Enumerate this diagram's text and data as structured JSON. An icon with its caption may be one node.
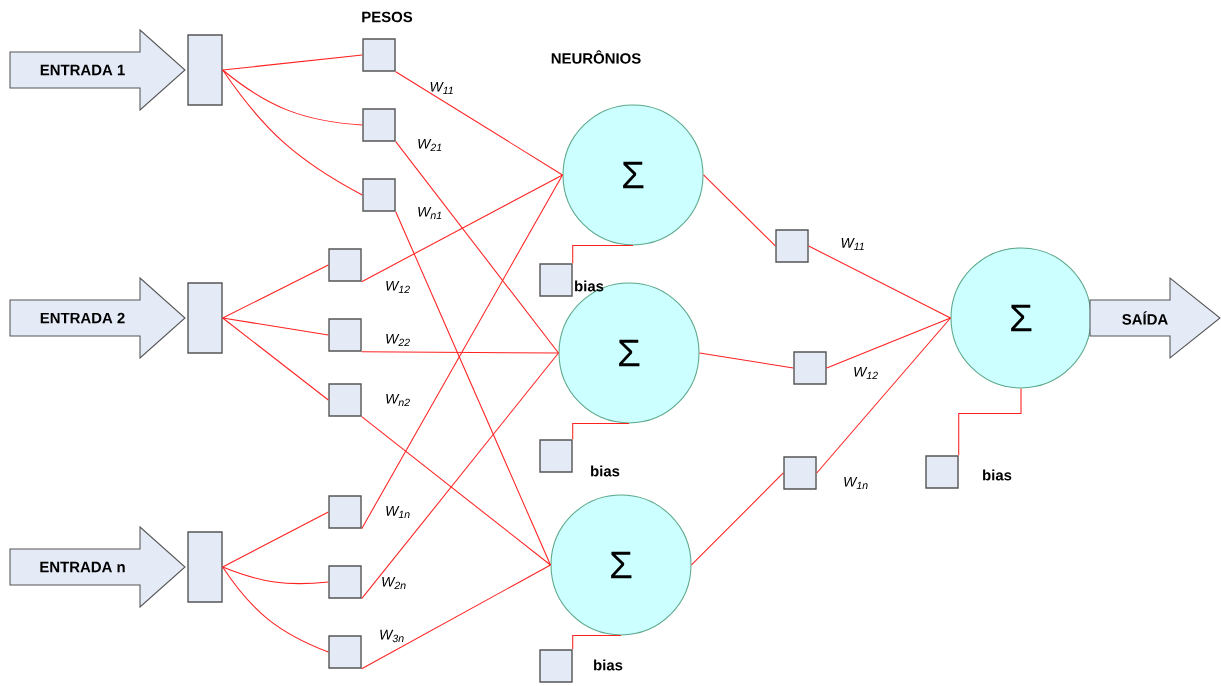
{
  "diagram": {
    "nodes": [
      {
        "text": [
          "ENTRADA 1"
        ]
      },
      {
        "text": [
          "ENTRADA 2"
        ]
      },
      {
        "text": [
          "ENTRADA n"
        ]
      },
      {
        "text": [],
        "shape": "box"
      },
      {
        "text": [],
        "shape": "box"
      },
      {
        "text": [],
        "shape": "box"
      },
      {
        "text": [],
        "shape": "box",
        "beside": [
          "W$_{11}$"
        ]
      },
      {
        "text": [],
        "shape": "box",
        "beside": [
          "W$_{21}$"
        ]
      },
      {
        "text": [],
        "shape": "box",
        "beside": [
          "W$_{n1}$"
        ]
      },
      {
        "text": [],
        "shape": "box",
        "beside": [
          "W$_{12}$"
        ]
      },
      {
        "text": [],
        "shape": "box",
        "beside": [
          "W$_{22}$"
        ]
      },
      {
        "text": [],
        "shape": "box",
        "beside": [
          "W$_{n2}$"
        ]
      },
      {
        "text": [],
        "shape": "box",
        "beside": [
          "W$_{1n}$"
        ]
      },
      {
        "text": [],
        "shape": "box",
        "beside": [
          "W$_{2n}$"
        ]
      },
      {
        "text": [],
        "shape": "box",
        "beside": [
          "W$_{3n}$"
        ]
      },
      {
        "text": [
          "Σ"
        ]
      },
      {
        "text": [
          "Σ"
        ]
      },
      {
        "text": [
          "Σ"
        ]
      },
      {
        "text": [],
        "shape": "box",
        "beside": [
          "bias"
        ]
      },
      {
        "text": [],
        "shape": "box",
        "beside": [
          "bias"
        ]
      },
      {
        "text": [],
        "shape": "box",
        "beside": [
          "bias"
        ]
      },
      {
        "text": [],
        "shape": "box",
        "beside": [
          "bias"
        ]
      },
      {
        "text": [],
        "shape": "box",
        "beside": [
          "W$_{11}$"
        ]
      },
      {
        "text": [],
        "shape": "box",
        "beside": [
          "W$_{12}$"
        ]
      },
      {
        "text": [],
        "shape": "box",
        "beside": [
          "W$_{1n}$"
        ]
      },
      {
        "text": [
          "Σ"
        ]
      },
      {
        "text": [
          "SAÍDA"
        ]
      }
    ],
    "edges": [
      {
        "from": 3,
        "to": 6,
        "arrow": "none"
      },
      {
        "from": 3,
        "to": 7,
        "arrow": "none"
      },
      {
        "from": 3,
        "to": 8,
        "arrow": "none"
      },
      {
        "from": 6,
        "to": 15,
        "arrow": "none"
      },
      {
        "from": 7,
        "to": 16,
        "arrow": "none"
      },
      {
        "from": 8,
        "to": 17,
        "arrow": "none"
      },
      {
        "from": 4,
        "to": 9,
        "arrow": "none"
      },
      {
        "from": 4,
        "to": 10,
        "arrow": "none"
      },
      {
        "from": 4,
        "to": 11,
        "arrow": "none"
      },
      {
        "from": 9,
        "to": 15,
        "arrow": "none"
      },
      {
        "from": 10,
        "to": 16,
        "arrow": "none"
      },
      {
        "from": 11,
        "to": 17,
        "arrow": "none"
      },
      {
        "from": 5,
        "to": 12,
        "arrow": "none"
      },
      {
        "from": 5,
        "to": 13,
        "arrow": "none"
      },
      {
        "from": 5,
        "to": 14,
        "arrow": "none"
      },
      {
        "from": 12,
        "to": 15,
        "arrow": "none"
      },
      {
        "from": 13,
        "to": 16,
        "arrow": "none"
      },
      {
        "from": 14,
        "to": 17,
        "arrow": "none"
      },
      {
        "from": 15,
        "to": 22,
        "arrow": "none"
      },
      {
        "from": 22,
        "to": 25,
        "arrow": "none"
      },
      {
        "from": 16,
        "to": 23,
        "arrow": "none"
      },
      {
        "from": 23,
        "to": 25,
        "arrow": "none"
      },
      {
        "from": 17,
        "to": 24,
        "arrow": "none"
      },
      {
        "from": 24,
        "to": 25,
        "arrow": "none"
      },
      {
        "from": 18,
        "to": 15,
        "arrow": "none"
      },
      {
        "from": 19,
        "to": 16,
        "arrow": "none"
      },
      {
        "from": 20,
        "to": 17,
        "arrow": "none"
      },
      {
        "from": 21,
        "to": 25,
        "arrow": "none"
      }
    ],
    "labels": [
      "PESOS",
      "NEURÔNIOS"
    ]
  }
}
